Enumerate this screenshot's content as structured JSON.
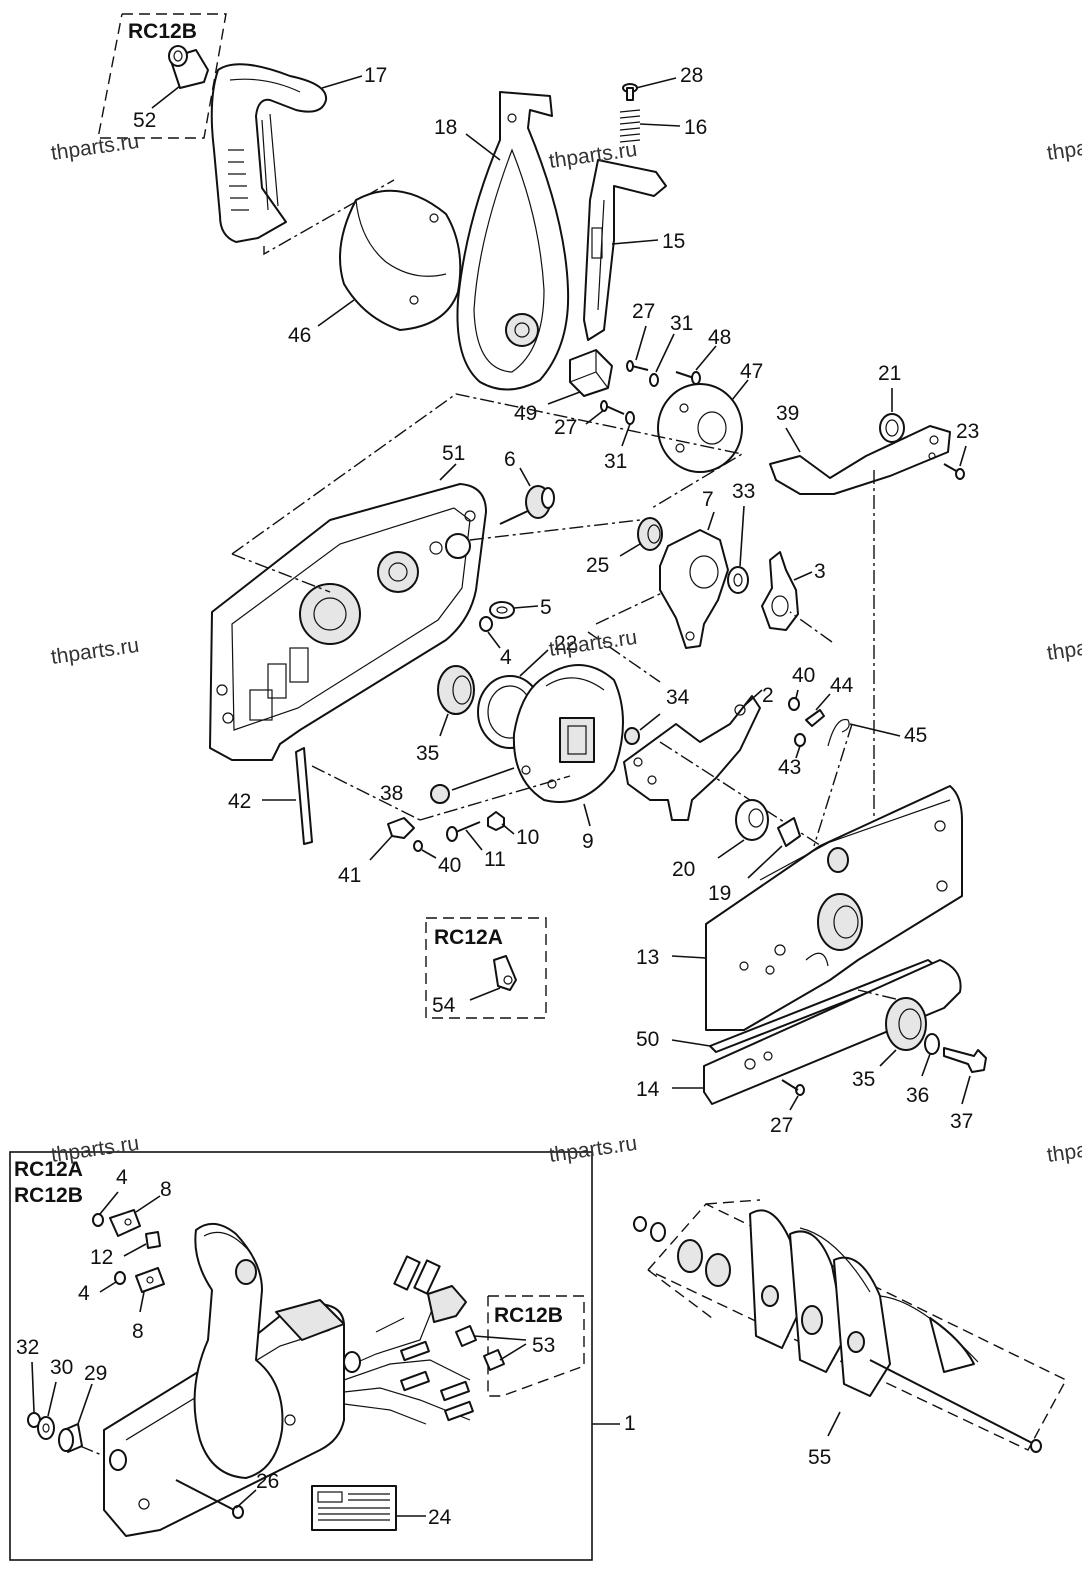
{
  "watermark": "thparts.ru",
  "box_labels": {
    "rc12b_top": "RC12B",
    "rc12a_mid": "RC12A",
    "rc12a_inset": "RC12A",
    "rc12b_inset": "RC12B",
    "rc12b_small": "RC12B"
  },
  "labels": {
    "p17": "17",
    "p52": "52",
    "p28": "28",
    "p16": "16",
    "p18": "18",
    "p15": "15",
    "p46": "46",
    "p27a": "27",
    "p31a": "31",
    "p48": "48",
    "p47": "47",
    "p49": "49",
    "p27b": "27",
    "p31b": "31",
    "p21": "21",
    "p39": "39",
    "p23a": "23",
    "p51": "51",
    "p6": "6",
    "p7": "7",
    "p33": "33",
    "p25": "25",
    "p3": "3",
    "p5": "5",
    "p4": "4",
    "p22": "22",
    "p40a": "40",
    "p44": "44",
    "p45": "45",
    "p34": "34",
    "p2": "2",
    "p43": "43",
    "p35a": "35",
    "p38": "38",
    "p42": "42",
    "p9": "9",
    "p10": "10",
    "p11": "11",
    "p40b": "40",
    "p41": "41",
    "p20": "20",
    "p19": "19",
    "p13": "13",
    "p54": "54",
    "p50": "50",
    "p35b": "35",
    "p36": "36",
    "p37": "37",
    "p14": "14",
    "p27c": "27",
    "i4a": "4",
    "i8a": "8",
    "i12": "12",
    "i4b": "4",
    "i8b": "8",
    "i53": "53",
    "i32": "32",
    "i30": "30",
    "i29": "29",
    "i1": "1",
    "i26": "26",
    "i24": "24",
    "p55": "55"
  }
}
